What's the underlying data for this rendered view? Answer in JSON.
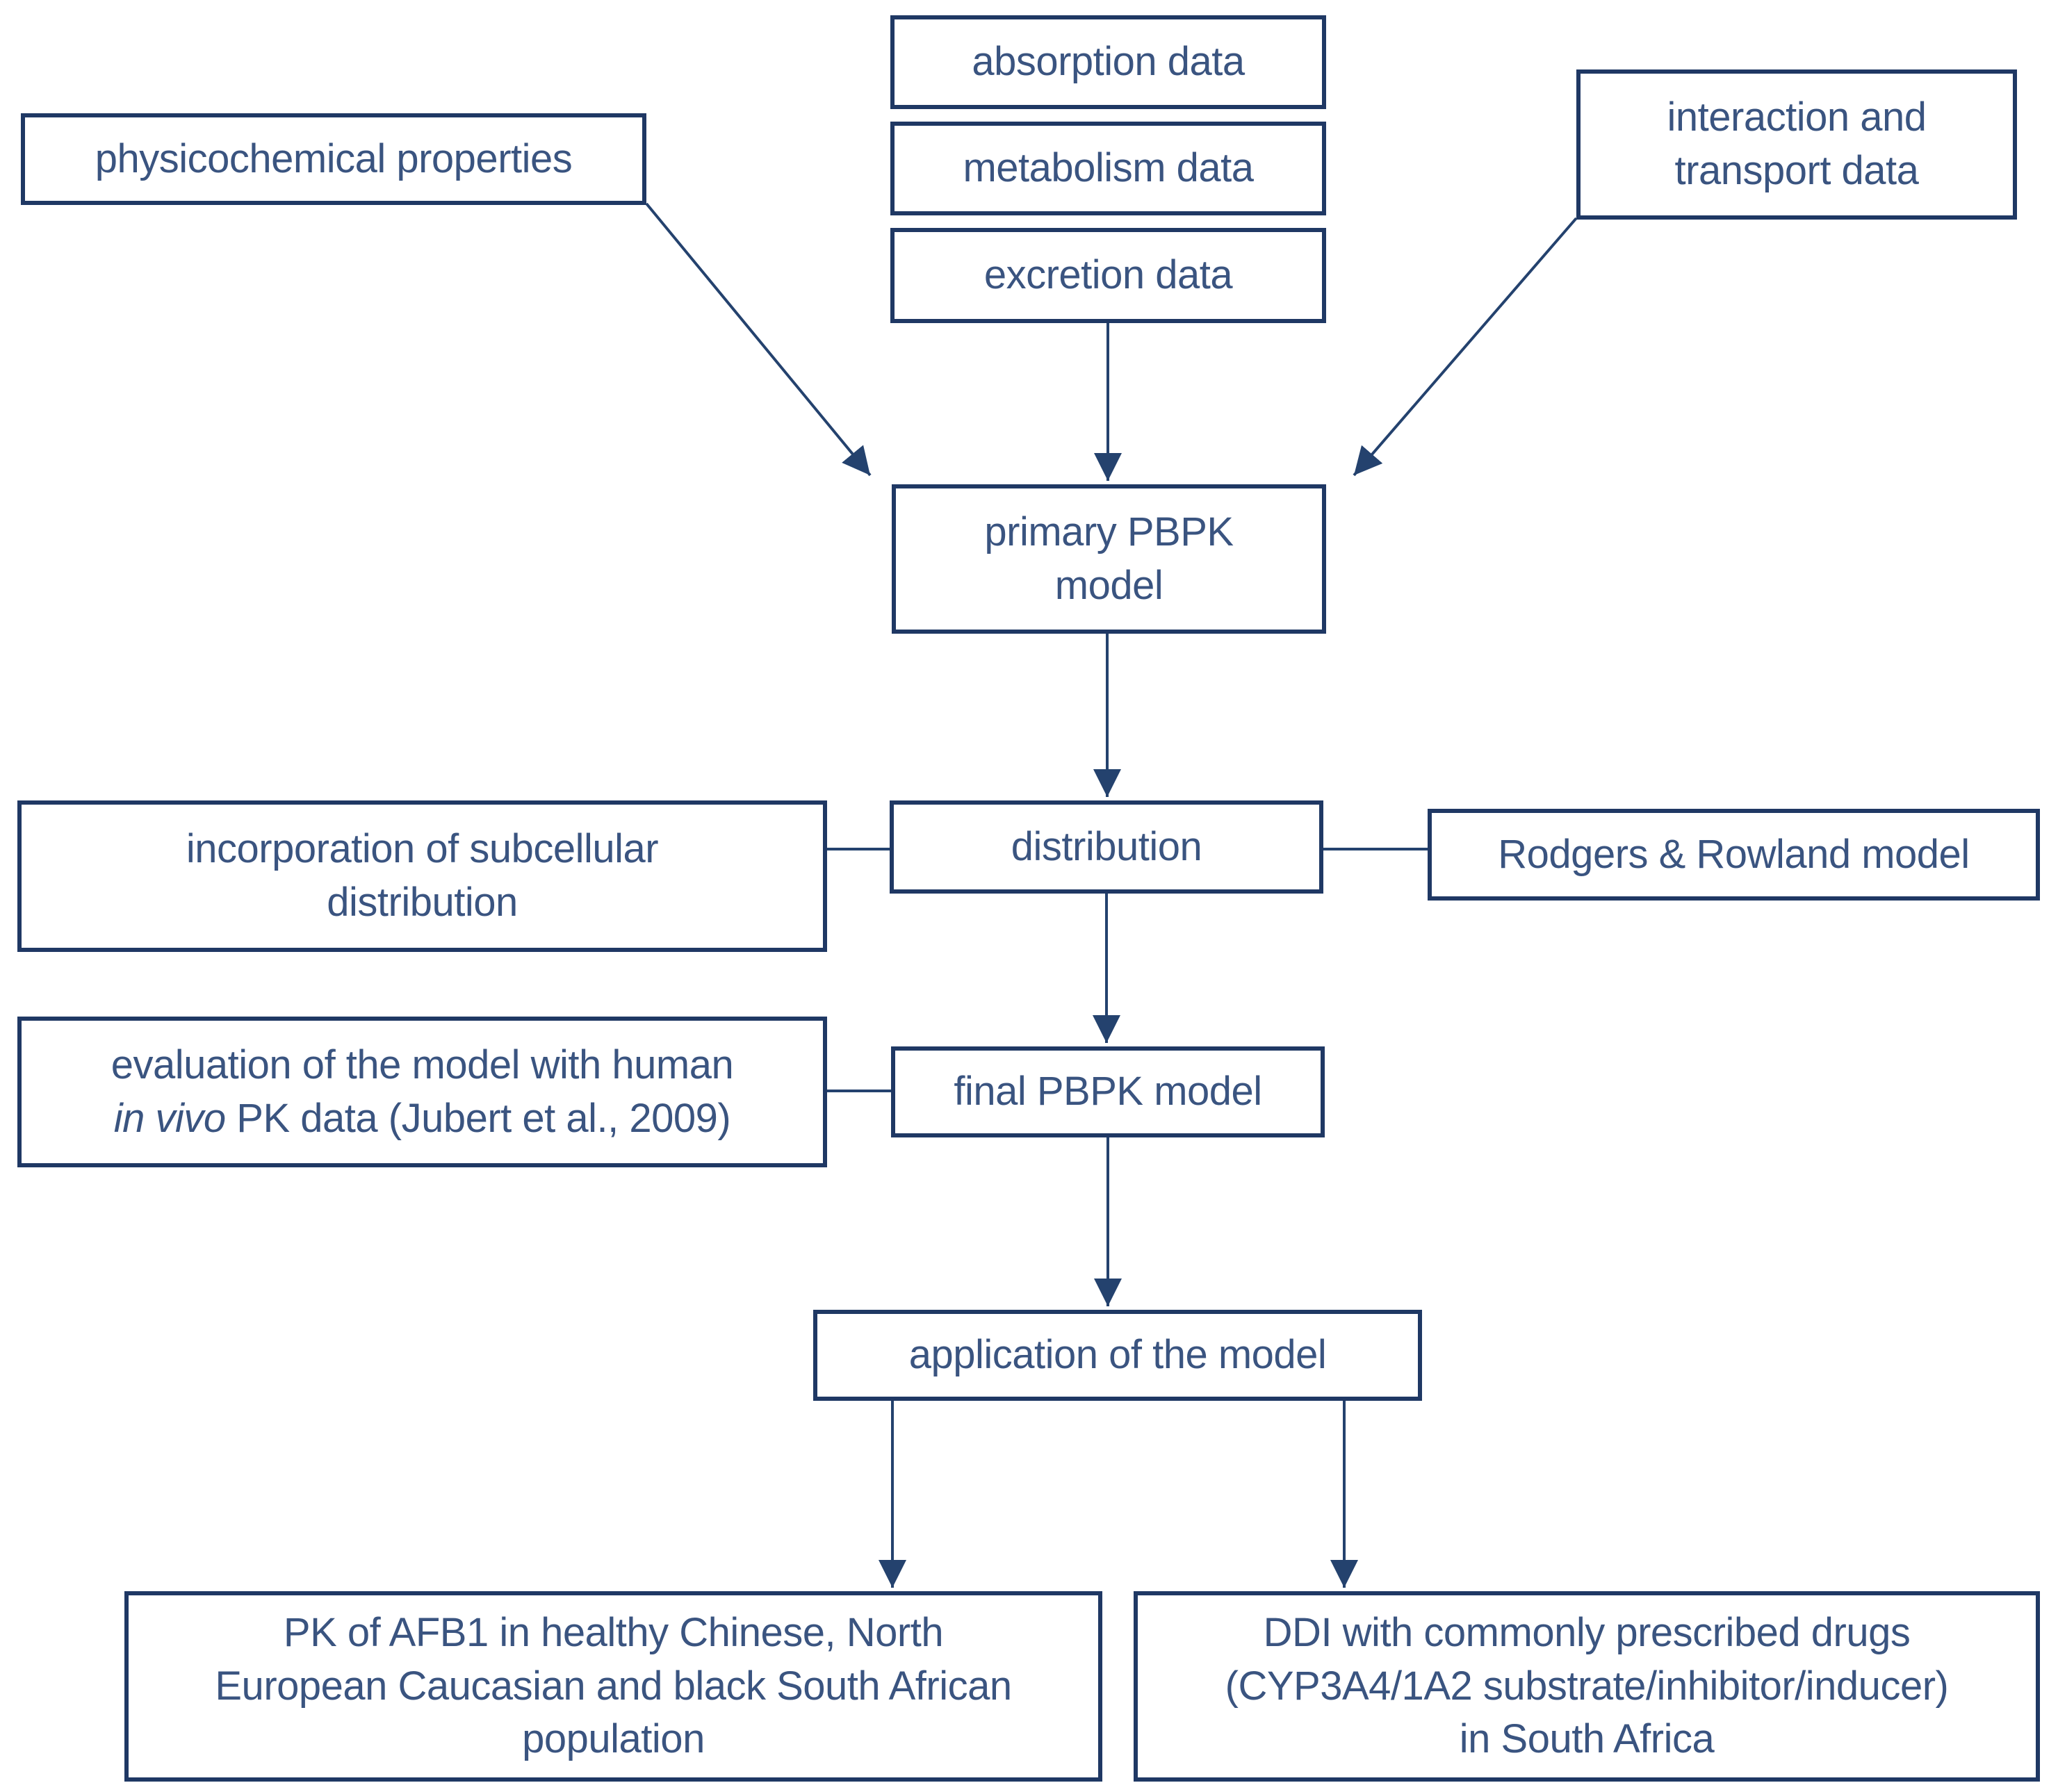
{
  "colors": {
    "box_border": "#1f3864",
    "text": "#3a5480",
    "arrow": "#24426e",
    "background": "#ffffff"
  },
  "nodes": {
    "physicochemical": {
      "lines": [
        "physicochemical properties"
      ]
    },
    "absorption": {
      "lines": [
        "absorption data"
      ]
    },
    "metabolism": {
      "lines": [
        "metabolism data"
      ]
    },
    "excretion": {
      "lines": [
        "excretion data"
      ]
    },
    "interaction": {
      "lines": [
        "interaction and",
        "transport data"
      ]
    },
    "primary_pbpk": {
      "lines": [
        "primary PBPK",
        "model"
      ]
    },
    "incorporation": {
      "lines": [
        "incorporation of subcellular",
        "distribution"
      ]
    },
    "distribution": {
      "lines": [
        "distribution"
      ]
    },
    "rodgers_rowland": {
      "lines": [
        "Rodgers & Rowland model"
      ]
    },
    "evaluation": {
      "line1": "evaluation of the model with human",
      "line2_italic": "in vivo",
      "line2_rest": " PK data (Jubert et al., 2009)"
    },
    "final_pbpk": {
      "lines": [
        "final PBPK model"
      ]
    },
    "application": {
      "lines": [
        "application of the model"
      ]
    },
    "pk_populations": {
      "lines": [
        "PK of AFB1 in healthy Chinese, North",
        "European Caucasian and black South African",
        "population"
      ]
    },
    "ddi": {
      "lines": [
        "DDI with commonly prescribed drugs",
        "(CYP3A4/1A2 substrate/inhibitor/inducer)",
        "in South Africa"
      ]
    }
  }
}
